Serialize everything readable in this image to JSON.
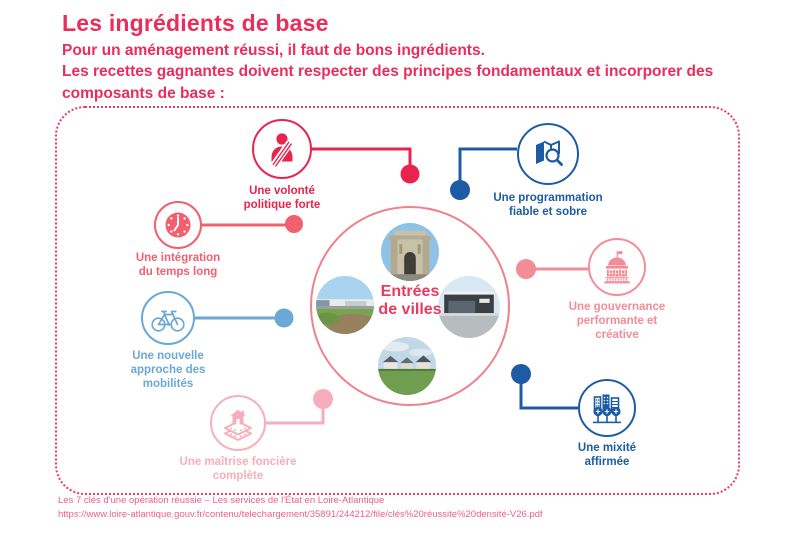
{
  "page": {
    "title": "Les ingrédients de base",
    "intro_line1": "Pour un aménagement réussi, il faut de bons ingrédients.",
    "intro_line2": "Les recettes gagnantes doivent respecter des principes fondamentaux et incorporer des composants de base :"
  },
  "center": {
    "label": "Entrées de villes",
    "line1": "Entrées",
    "line2": "de villes",
    "photos": [
      "city-gate-monument-photo",
      "commercial-zone-photo",
      "car-dealership-photo",
      "village-houses-photo"
    ]
  },
  "nodes": [
    {
      "id": "volonte",
      "label": "Une volonté politique forte",
      "lines": [
        "Une volonté",
        "politique forte"
      ],
      "icon": "elected-official-sash-icon",
      "color": "#e8244e"
    },
    {
      "id": "programmation",
      "label": "Une programmation fiable et sobre",
      "lines": [
        "Une programmation",
        "fiable et sobre"
      ],
      "icon": "map-magnifier-icon",
      "color": "#1d5ca4"
    },
    {
      "id": "integration",
      "label": "Une intégration du temps long",
      "lines": [
        "Une intégration",
        "du temps long"
      ],
      "icon": "clock-icon",
      "color": "#f25f6f"
    },
    {
      "id": "mobilites",
      "label": "Une nouvelle approche des mobilités",
      "lines": [
        "Une nouvelle",
        "approche des",
        "mobilités"
      ],
      "icon": "bicycle-icon",
      "color": "#6ba8d5"
    },
    {
      "id": "fonciere",
      "label": "Une maîtrise foncière complète",
      "lines": [
        "Une maîtrise foncière",
        "complète"
      ],
      "icon": "house-land-layers-icon",
      "color": "#f7aebb"
    },
    {
      "id": "gouvernance",
      "label": "Une gouvernance performante et créative",
      "lines": [
        "Une gouvernance",
        "performante et",
        "créative"
      ],
      "icon": "city-hall-icon",
      "color": "#f28d97"
    },
    {
      "id": "mixite",
      "label": "Une mixité affirmée",
      "lines": [
        "Une mixité",
        "affirmée"
      ],
      "icon": "city-trees-icon",
      "color": "#1d5ca4"
    }
  ],
  "footer": {
    "line1": "Les 7 clés d'une opération réussie – Les services de l'État en Loire-Atlantique",
    "line2": "https://www.loire-atlantique.gouv.fr/contenu/telechargement/35891/244212/file/clés%20réussite%20densité-V26.pdf"
  },
  "colors": {
    "title_pink": "#ea2d5c",
    "strong_red": "#e8244e",
    "dark_blue": "#1d5ca4",
    "coral": "#f25f6f",
    "light_blue": "#6ba8d5",
    "pink": "#f28d97",
    "light_pink": "#f7aebb",
    "center_ring": "#f0808d",
    "panel_dotted_border": "#ef3a68",
    "footer_pink": "#ee6088"
  }
}
